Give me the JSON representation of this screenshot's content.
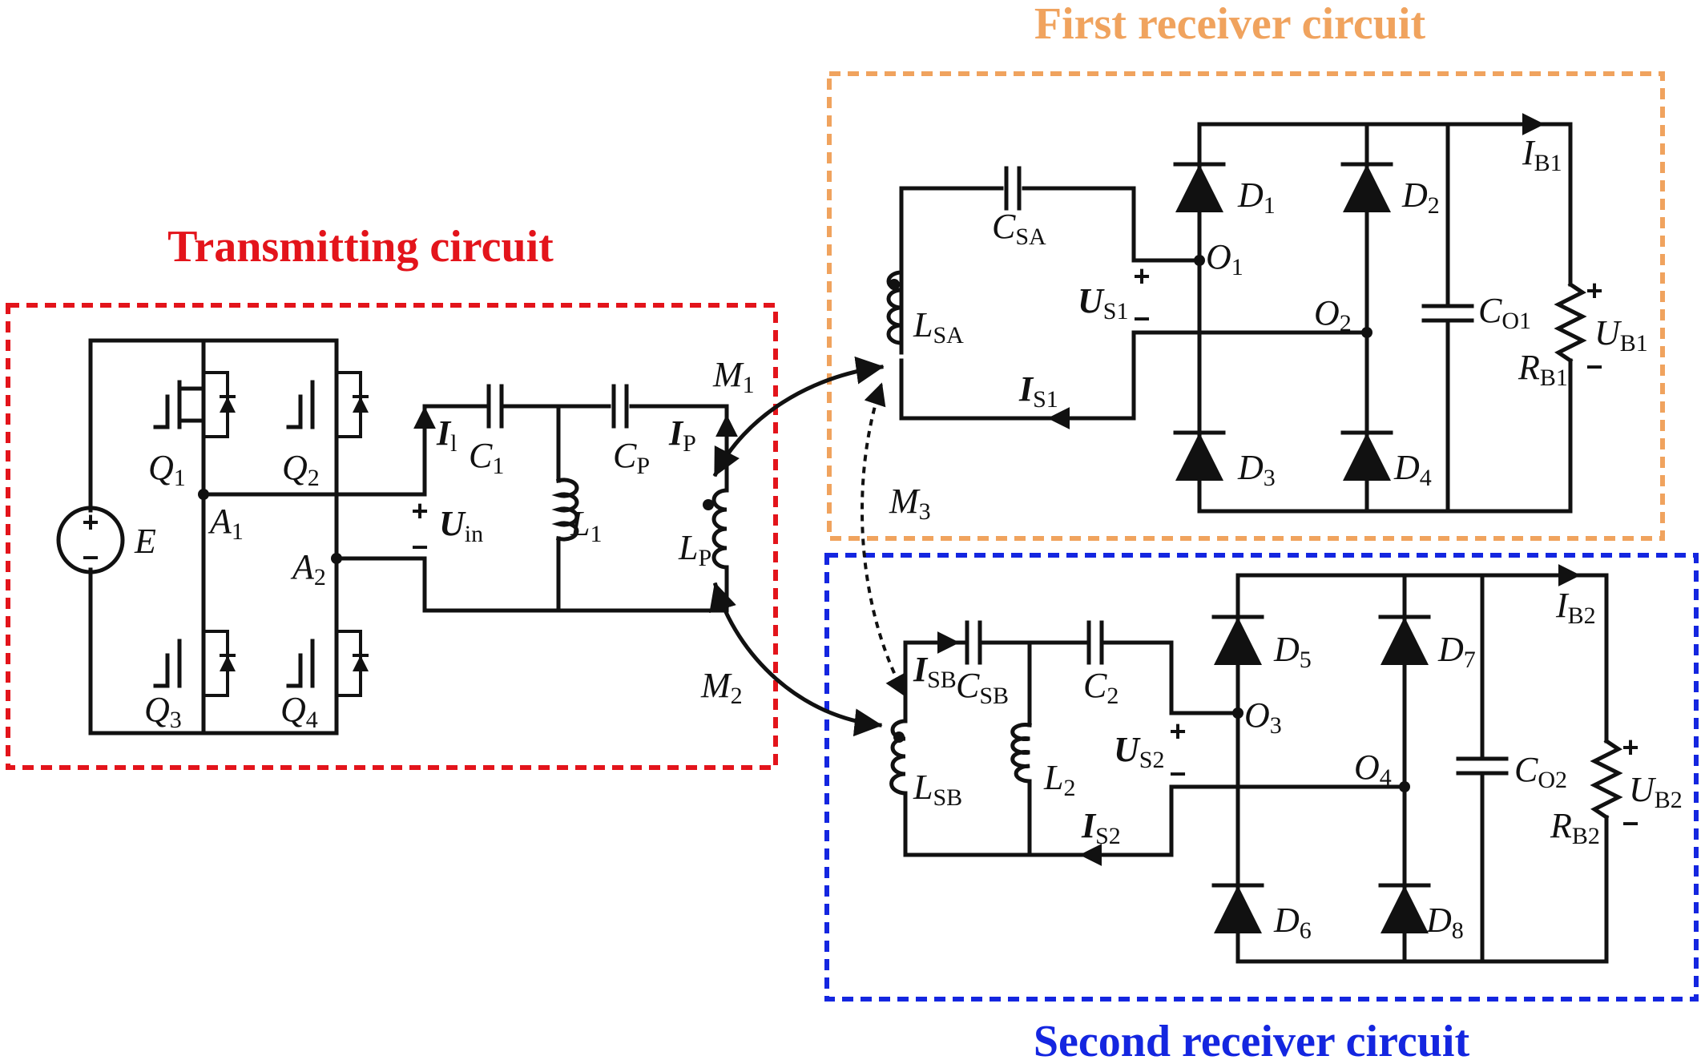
{
  "titles": {
    "transmitting": "Transmitting circuit",
    "first_receiver": "First receiver circuit",
    "second_receiver": "Second receiver circuit"
  },
  "colors": {
    "transmitting": "#e3141b",
    "first_receiver": "#f0a35e",
    "second_receiver": "#1426e0",
    "wire": "#111111"
  },
  "labels": {
    "E": {
      "main": "E",
      "sub": ""
    },
    "Q1": {
      "main": "Q",
      "sub": "1"
    },
    "Q2": {
      "main": "Q",
      "sub": "2"
    },
    "Q3": {
      "main": "Q",
      "sub": "3"
    },
    "Q4": {
      "main": "Q",
      "sub": "4"
    },
    "A1": {
      "main": "A",
      "sub": "1"
    },
    "A2": {
      "main": "A",
      "sub": "2"
    },
    "Il": {
      "main": "I",
      "sub": "l"
    },
    "C1": {
      "main": "C",
      "sub": "1"
    },
    "Cp": {
      "main": "C",
      "sub": "P"
    },
    "Ip": {
      "main": "I",
      "sub": "P"
    },
    "Uin": {
      "main": "U",
      "sub": "in"
    },
    "L1": {
      "main": "L",
      "sub": "1"
    },
    "Lp": {
      "main": "L",
      "sub": "P"
    },
    "M1": {
      "main": "M",
      "sub": "1"
    },
    "M2": {
      "main": "M",
      "sub": "2"
    },
    "M3": {
      "main": "M",
      "sub": "3"
    },
    "CSA": {
      "main": "C",
      "sub": "SA"
    },
    "LSA": {
      "main": "L",
      "sub": "SA"
    },
    "US1": {
      "main": "U",
      "sub": "S1"
    },
    "IS1": {
      "main": "I",
      "sub": "S1"
    },
    "D1": {
      "main": "D",
      "sub": "1"
    },
    "D2": {
      "main": "D",
      "sub": "2"
    },
    "D3": {
      "main": "D",
      "sub": "3"
    },
    "D4": {
      "main": "D",
      "sub": "4"
    },
    "O1": {
      "main": "O",
      "sub": "1"
    },
    "O2": {
      "main": "O",
      "sub": "2"
    },
    "CO1": {
      "main": "C",
      "sub": "O1"
    },
    "IB1": {
      "main": "I",
      "sub": "B1"
    },
    "UB1": {
      "main": "U",
      "sub": "B1"
    },
    "RB1": {
      "main": "R",
      "sub": "B1"
    },
    "ISB": {
      "main": "I",
      "sub": "SB"
    },
    "CSB": {
      "main": "C",
      "sub": "SB"
    },
    "C2": {
      "main": "C",
      "sub": "2"
    },
    "LSB": {
      "main": "L",
      "sub": "SB"
    },
    "L2": {
      "main": "L",
      "sub": "2"
    },
    "US2": {
      "main": "U",
      "sub": "S2"
    },
    "IS2": {
      "main": "I",
      "sub": "S2"
    },
    "D5": {
      "main": "D",
      "sub": "5"
    },
    "D6": {
      "main": "D",
      "sub": "6"
    },
    "D7": {
      "main": "D",
      "sub": "7"
    },
    "D8": {
      "main": "D",
      "sub": "8"
    },
    "O3": {
      "main": "O",
      "sub": "3"
    },
    "O4": {
      "main": "O",
      "sub": "4"
    },
    "CO2": {
      "main": "C",
      "sub": "O2"
    },
    "IB2": {
      "main": "I",
      "sub": "B2"
    },
    "UB2": {
      "main": "U",
      "sub": "B2"
    },
    "RB2": {
      "main": "R",
      "sub": "B2"
    }
  },
  "signs": {
    "plus": "+",
    "minus": "−"
  }
}
